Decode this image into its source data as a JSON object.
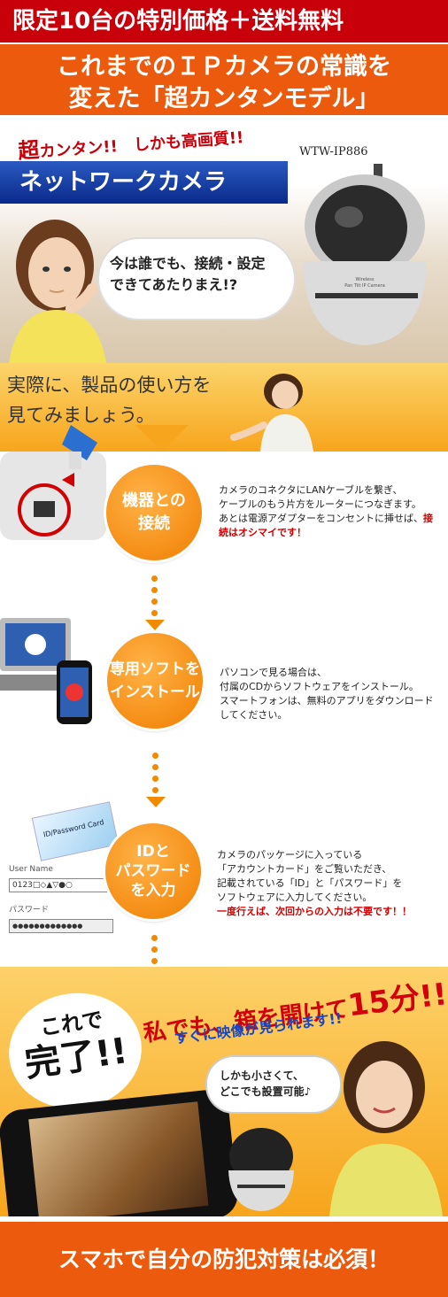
{
  "header": {
    "promo": "限定10台の特別価格＋送料無料",
    "headline_line1": "これまでのＩＰカメラの常識を",
    "headline_line2": "変えた「超カンタンモデル」"
  },
  "hero": {
    "lead_super": "超",
    "lead_easy": "カンタン!!",
    "lead_quality": "しかも高画質!!",
    "title": "ネットワークカメラ",
    "model": "WTW-IP886",
    "bubble_line1": "今は誰でも、接続・設定",
    "bubble_line2": "できてあたりまえ!?",
    "camera_text": "Wireless\nPan Tilt IP Camera"
  },
  "howto": {
    "line1": "実際に、製品の使い方を",
    "line2": "見てみましょう。"
  },
  "steps": [
    {
      "circle_line1": "機器との",
      "circle_line2": "接続",
      "desc_line1": "カメラのコネクタにLANケーブルを繋ぎ、",
      "desc_line2": "ケーブルのもう片方をルーターにつなぎます。",
      "desc_line3": "あとは電源アダプターをコンセントに挿せば、",
      "desc_emph1": "接",
      "desc_emph2": "続はオシマイです！"
    },
    {
      "circle_line1": "専用ソフトを",
      "circle_line2": "インストール",
      "desc_line1": "パソコンで見る場合は、",
      "desc_line2": "付属のCDからソフトウェアをインストール。",
      "desc_line3": "スマートフォンは、無料のアプリをダウンロード",
      "desc_line4": "してください。"
    },
    {
      "circle_line1": "IDと",
      "circle_line2": "パスワード",
      "circle_line3": "を入力",
      "desc_line1": "カメラのパッケージに入っている",
      "desc_line2": "「アカウントカード」をご覧いただき、",
      "desc_line3": "記載されている「ID」と「パスワード」を",
      "desc_line4": "ソフトウェアに入力してください。",
      "desc_emph": "一度行えば、次回からの入力は不要です！！",
      "card_label": "ID/Password Card",
      "user_label": "User Name",
      "user_value": "0123□◇▲▽●○",
      "pass_label": "パスワード",
      "pass_value": "●●●●●●●●●●●●●"
    }
  ],
  "finish": {
    "done_line1": "これで",
    "done_line2": "完了!!",
    "slogan_part1": "私でも、箱を開けて",
    "slogan_big": "15分!!",
    "slogan2": "すぐに映像が見られます!!",
    "bubble_line1": "しかも小さくて、",
    "bubble_line2": "どこでも設置可能♪"
  },
  "footer": {
    "text": "スマホで自分の防犯対策は必須！"
  },
  "colors": {
    "red": "#c8000a",
    "orange": "#ec5a0d",
    "step_orange": "#f07d00",
    "blue": "#0a2a8c"
  }
}
